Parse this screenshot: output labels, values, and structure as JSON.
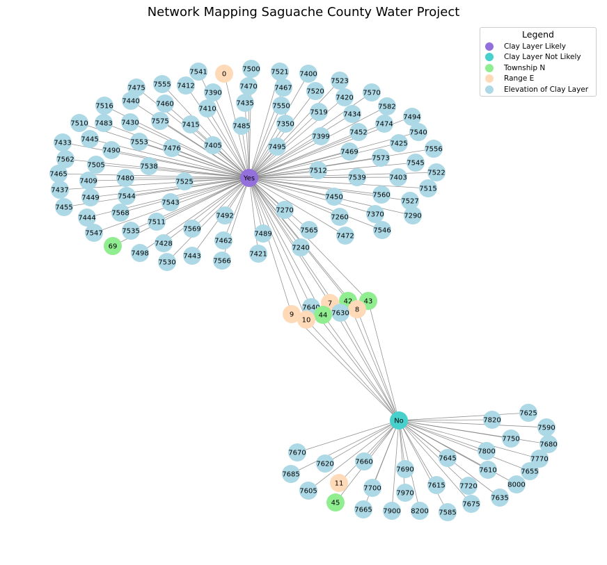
{
  "title": "Network Mapping Saguache County Water Project",
  "legend": {
    "title": "Legend",
    "items": [
      {
        "label": "Clay Layer Likely",
        "color": "#9370db"
      },
      {
        "label": "Clay Layer Not Likely",
        "color": "#48d1cc"
      },
      {
        "label": "Township N",
        "color": "#90ee90"
      },
      {
        "label": "Range E",
        "color": "#ffdab9"
      },
      {
        "label": "Elevation of Clay Layer",
        "color": "#add8e6"
      }
    ]
  },
  "categories": {
    "likely": "#9370db",
    "not_likely": "#48d1cc",
    "township": "#90ee90",
    "range": "#ffdab9",
    "elevation": "#add8e6"
  },
  "edge_color": "#808080",
  "hubs": [
    {
      "id": "Yes",
      "category": "likely"
    },
    {
      "id": "No",
      "category": "not_likely"
    }
  ],
  "yes_nodes": [
    {
      "id": "0",
      "category": "range"
    },
    {
      "id": "7500",
      "category": "elevation"
    },
    {
      "id": "7521",
      "category": "elevation"
    },
    {
      "id": "7541",
      "category": "elevation"
    },
    {
      "id": "7400",
      "category": "elevation"
    },
    {
      "id": "7523",
      "category": "elevation"
    },
    {
      "id": "7475",
      "category": "elevation"
    },
    {
      "id": "7555",
      "category": "elevation"
    },
    {
      "id": "7412",
      "category": "elevation"
    },
    {
      "id": "7390",
      "category": "elevation"
    },
    {
      "id": "7470",
      "category": "elevation"
    },
    {
      "id": "7467",
      "category": "elevation"
    },
    {
      "id": "7520",
      "category": "elevation"
    },
    {
      "id": "7570",
      "category": "elevation"
    },
    {
      "id": "7420",
      "category": "elevation"
    },
    {
      "id": "7516",
      "category": "elevation"
    },
    {
      "id": "7440",
      "category": "elevation"
    },
    {
      "id": "7460",
      "category": "elevation"
    },
    {
      "id": "7410",
      "category": "elevation"
    },
    {
      "id": "7435",
      "category": "elevation"
    },
    {
      "id": "7550",
      "category": "elevation"
    },
    {
      "id": "7582",
      "category": "elevation"
    },
    {
      "id": "7519",
      "category": "elevation"
    },
    {
      "id": "7434",
      "category": "elevation"
    },
    {
      "id": "7494",
      "category": "elevation"
    },
    {
      "id": "7510",
      "category": "elevation"
    },
    {
      "id": "7483",
      "category": "elevation"
    },
    {
      "id": "7430",
      "category": "elevation"
    },
    {
      "id": "7575",
      "category": "elevation"
    },
    {
      "id": "7415",
      "category": "elevation"
    },
    {
      "id": "7485",
      "category": "elevation"
    },
    {
      "id": "7350",
      "category": "elevation"
    },
    {
      "id": "7474",
      "category": "elevation"
    },
    {
      "id": "7452",
      "category": "elevation"
    },
    {
      "id": "7540",
      "category": "elevation"
    },
    {
      "id": "7433",
      "category": "elevation"
    },
    {
      "id": "7445",
      "category": "elevation"
    },
    {
      "id": "7553",
      "category": "elevation"
    },
    {
      "id": "7476",
      "category": "elevation"
    },
    {
      "id": "7405",
      "category": "elevation"
    },
    {
      "id": "7495",
      "category": "elevation"
    },
    {
      "id": "7399",
      "category": "elevation"
    },
    {
      "id": "7425",
      "category": "elevation"
    },
    {
      "id": "7490",
      "category": "elevation"
    },
    {
      "id": "7556",
      "category": "elevation"
    },
    {
      "id": "7562",
      "category": "elevation"
    },
    {
      "id": "7469",
      "category": "elevation"
    },
    {
      "id": "7573",
      "category": "elevation"
    },
    {
      "id": "7505",
      "category": "elevation"
    },
    {
      "id": "7538",
      "category": "elevation"
    },
    {
      "id": "7545",
      "category": "elevation"
    },
    {
      "id": "7465",
      "category": "elevation"
    },
    {
      "id": "7512",
      "category": "elevation"
    },
    {
      "id": "7522",
      "category": "elevation"
    },
    {
      "id": "7409",
      "category": "elevation"
    },
    {
      "id": "7480",
      "category": "elevation"
    },
    {
      "id": "7525",
      "category": "elevation"
    },
    {
      "id": "7539",
      "category": "elevation"
    },
    {
      "id": "7403",
      "category": "elevation"
    },
    {
      "id": "7437",
      "category": "elevation"
    },
    {
      "id": "7515",
      "category": "elevation"
    },
    {
      "id": "7449",
      "category": "elevation"
    },
    {
      "id": "7544",
      "category": "elevation"
    },
    {
      "id": "7450",
      "category": "elevation"
    },
    {
      "id": "7560",
      "category": "elevation"
    },
    {
      "id": "7455",
      "category": "elevation"
    },
    {
      "id": "7543",
      "category": "elevation"
    },
    {
      "id": "7527",
      "category": "elevation"
    },
    {
      "id": "7444",
      "category": "elevation"
    },
    {
      "id": "7568",
      "category": "elevation"
    },
    {
      "id": "7270",
      "category": "elevation"
    },
    {
      "id": "7492",
      "category": "elevation"
    },
    {
      "id": "7370",
      "category": "elevation"
    },
    {
      "id": "7290",
      "category": "elevation"
    },
    {
      "id": "7260",
      "category": "elevation"
    },
    {
      "id": "7511",
      "category": "elevation"
    },
    {
      "id": "7547",
      "category": "elevation"
    },
    {
      "id": "7535",
      "category": "elevation"
    },
    {
      "id": "7569",
      "category": "elevation"
    },
    {
      "id": "7565",
      "category": "elevation"
    },
    {
      "id": "7546",
      "category": "elevation"
    },
    {
      "id": "7489",
      "category": "elevation"
    },
    {
      "id": "7472",
      "category": "elevation"
    },
    {
      "id": "7462",
      "category": "elevation"
    },
    {
      "id": "69",
      "category": "township"
    },
    {
      "id": "7428",
      "category": "elevation"
    },
    {
      "id": "7240",
      "category": "elevation"
    },
    {
      "id": "7498",
      "category": "elevation"
    },
    {
      "id": "7421",
      "category": "elevation"
    },
    {
      "id": "7443",
      "category": "elevation"
    },
    {
      "id": "7530",
      "category": "elevation"
    },
    {
      "id": "7566",
      "category": "elevation"
    }
  ],
  "shared_nodes": [
    {
      "id": "7",
      "category": "range"
    },
    {
      "id": "42",
      "category": "township"
    },
    {
      "id": "43",
      "category": "township"
    },
    {
      "id": "7640",
      "category": "elevation"
    },
    {
      "id": "8",
      "category": "range"
    },
    {
      "id": "9",
      "category": "range"
    },
    {
      "id": "7630",
      "category": "elevation"
    },
    {
      "id": "44",
      "category": "township"
    },
    {
      "id": "10",
      "category": "range"
    }
  ],
  "no_nodes": [
    {
      "id": "7625",
      "category": "elevation"
    },
    {
      "id": "7820",
      "category": "elevation"
    },
    {
      "id": "7590",
      "category": "elevation"
    },
    {
      "id": "7750",
      "category": "elevation"
    },
    {
      "id": "7680",
      "category": "elevation"
    },
    {
      "id": "7670",
      "category": "elevation"
    },
    {
      "id": "7800",
      "category": "elevation"
    },
    {
      "id": "7770",
      "category": "elevation"
    },
    {
      "id": "7645",
      "category": "elevation"
    },
    {
      "id": "7660",
      "category": "elevation"
    },
    {
      "id": "7620",
      "category": "elevation"
    },
    {
      "id": "7690",
      "category": "elevation"
    },
    {
      "id": "7610",
      "category": "elevation"
    },
    {
      "id": "7655",
      "category": "elevation"
    },
    {
      "id": "7685",
      "category": "elevation"
    },
    {
      "id": "11",
      "category": "range"
    },
    {
      "id": "8000",
      "category": "elevation"
    },
    {
      "id": "7615",
      "category": "elevation"
    },
    {
      "id": "7720",
      "category": "elevation"
    },
    {
      "id": "7700",
      "category": "elevation"
    },
    {
      "id": "7605",
      "category": "elevation"
    },
    {
      "id": "7970",
      "category": "elevation"
    },
    {
      "id": "7635",
      "category": "elevation"
    },
    {
      "id": "45",
      "category": "township"
    },
    {
      "id": "7675",
      "category": "elevation"
    },
    {
      "id": "7665",
      "category": "elevation"
    },
    {
      "id": "7900",
      "category": "elevation"
    },
    {
      "id": "8200",
      "category": "elevation"
    },
    {
      "id": "7585",
      "category": "elevation"
    }
  ]
}
